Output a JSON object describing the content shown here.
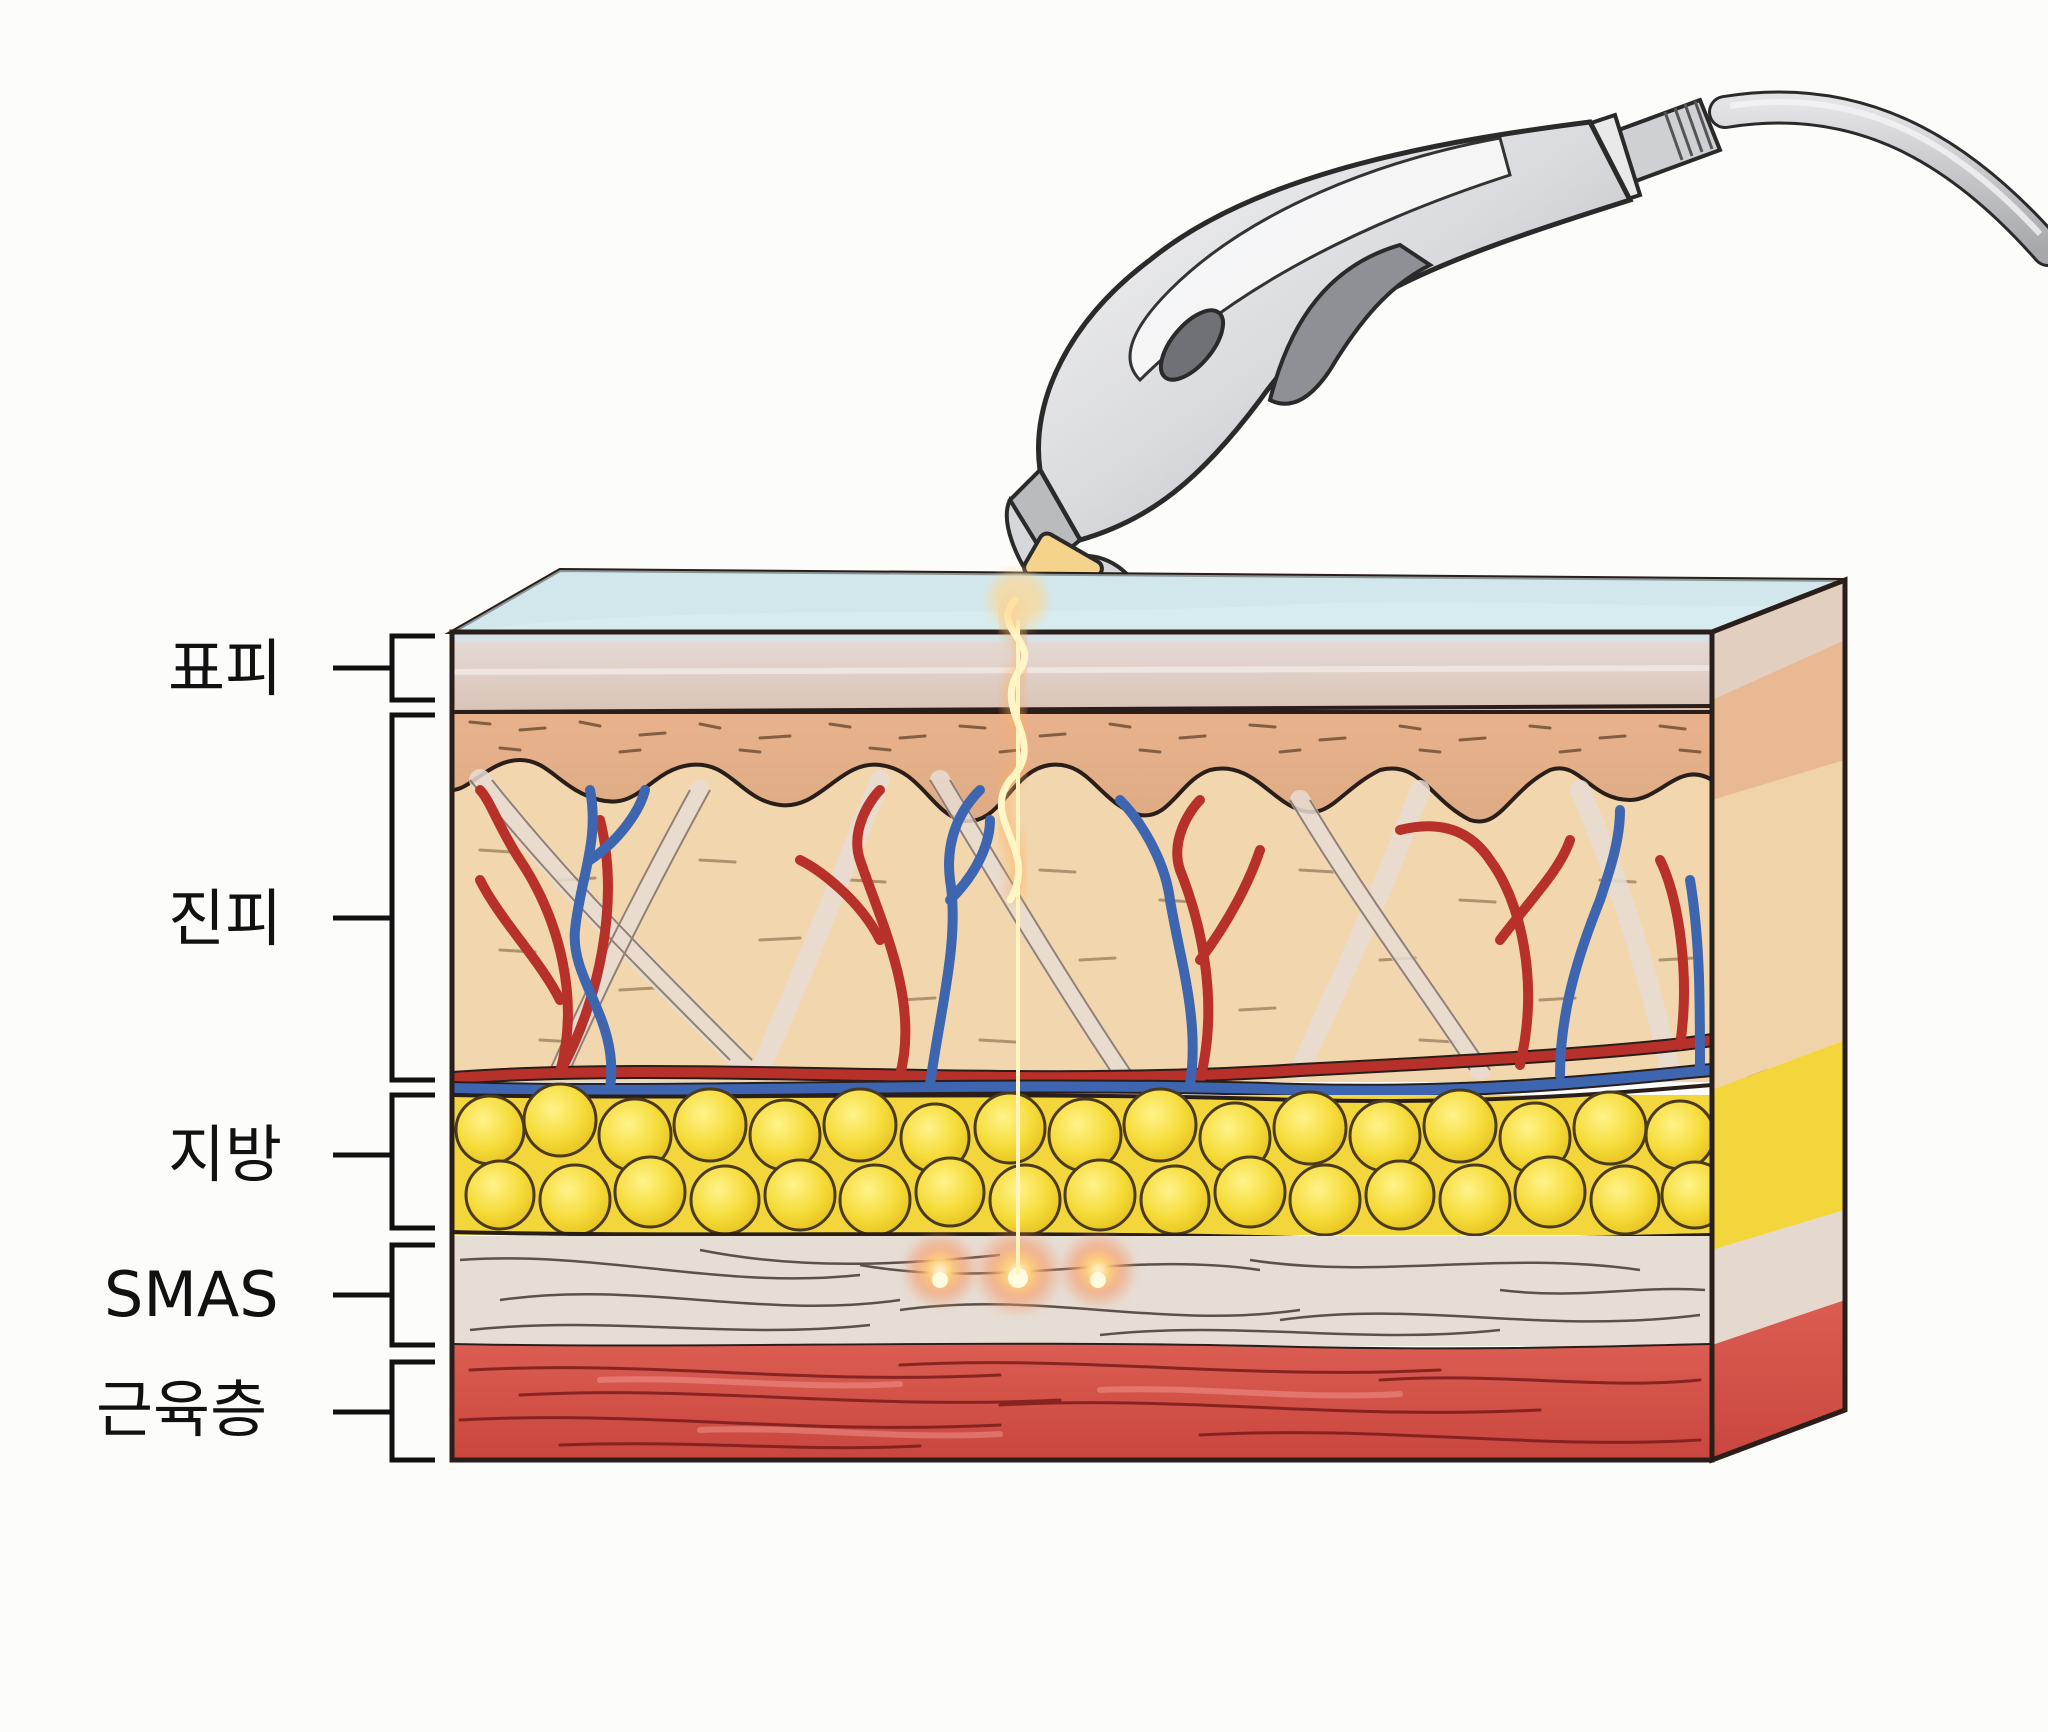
{
  "diagram": {
    "title": "",
    "subject": "skin cross-section with focused ultrasound handpiece",
    "layers": [
      {
        "id": "epidermis",
        "label": "표피",
        "color": "#dcd1cb"
      },
      {
        "id": "dermis",
        "label": "진피",
        "color": "#f2d7ae"
      },
      {
        "id": "fat",
        "label": "지방",
        "color": "#f5d93a"
      },
      {
        "id": "smas",
        "label": "SMAS",
        "color": "#e6ddd4"
      },
      {
        "id": "muscle",
        "label": "근육층",
        "color": "#d5524a"
      }
    ],
    "device": {
      "name": "ultrasound-handpiece",
      "tip_color": "#f7c979",
      "beam_color": "#fff3b0"
    },
    "focal_points": 3,
    "colors": {
      "background": "#fcfcfa",
      "artery": "#b8302a",
      "vein": "#3e66b0",
      "outline": "#2a1e1a",
      "glow": "#ff9a5a"
    }
  }
}
